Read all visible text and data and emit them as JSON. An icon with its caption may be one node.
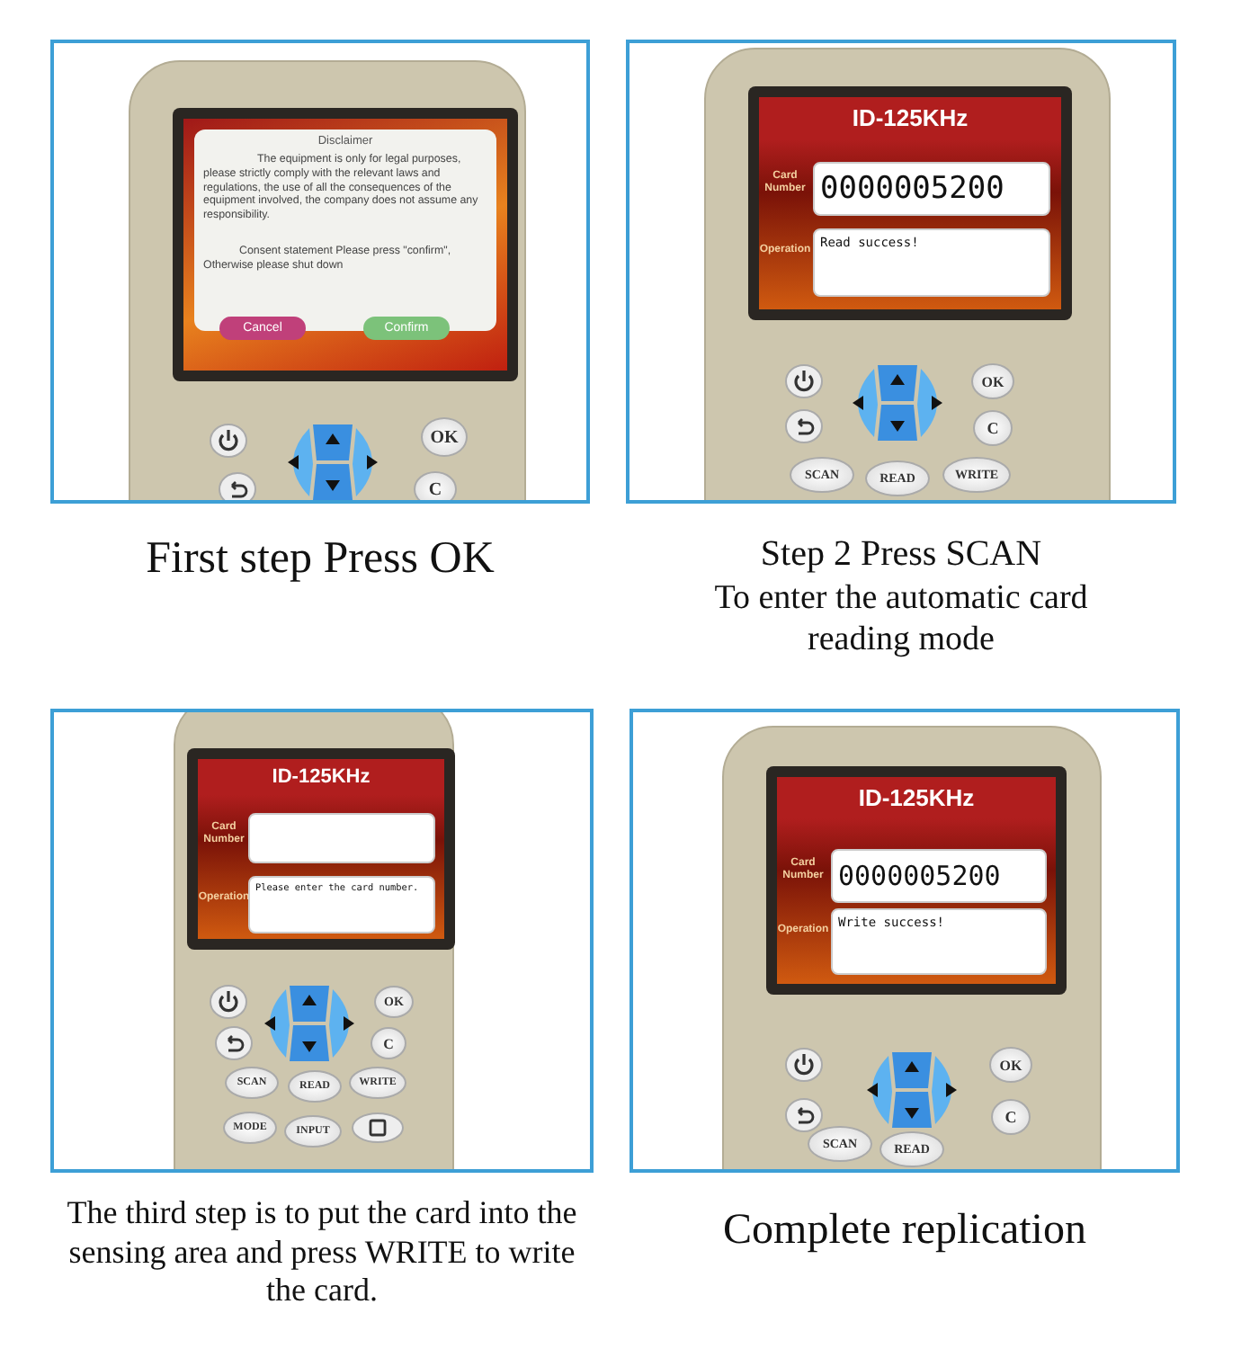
{
  "diagram": {
    "nodes": [
      {
        "text": [],
        "shape": "picture",
        "beside": [
          "First step Press OK"
        ]
      },
      {
        "text": [
          "Disclaimer",
          "The equipment is only for legal purposes, please strictly comply with the relevant laws and regulations, the use of all the consequences of the equipment involved, the company does not assume any responsibility.",
          "Consent statement Please press \"confirm\", Otherwise please shut down"
        ],
        "in": 0
      },
      {
        "text": [
          "Cancel"
        ],
        "in": 1
      },
      {
        "text": [
          "Confirm"
        ],
        "in": 1
      },
      {
        "text": [
          "OK"
        ],
        "in": 0
      },
      {
        "text": [
          "C"
        ],
        "in": 0
      },
      {
        "text": [],
        "shape": "picture",
        "beside": [
          "Step 2 Press SCAN",
          "To enter the automatic card reading mode"
        ]
      },
      {
        "text": [
          "ID-125KHz",
          "Card Number",
          "Operation"
        ],
        "in": 6
      },
      {
        "text": [
          "0000005200"
        ],
        "in": 7
      },
      {
        "text": [
          "Read success!"
        ],
        "in": 7
      },
      {
        "text": [
          "OK"
        ],
        "in": 6
      },
      {
        "text": [
          "C"
        ],
        "in": 6
      },
      {
        "text": [
          "SCAN"
        ],
        "in": 6
      },
      {
        "text": [
          "READ"
        ],
        "in": 6
      },
      {
        "text": [
          "WRITE"
        ],
        "in": 6
      },
      {
        "text": [],
        "shape": "picture",
        "beside": [
          "The third step is to put the card into the sensing area and press WRITE to write the card."
        ]
      },
      {
        "text": [
          "ID-125KHz",
          "Card Number",
          "Operation"
        ],
        "in": 15
      },
      {
        "text": [],
        "shape": "box",
        "in": 16
      },
      {
        "text": [
          "Please enter the card number."
        ],
        "in": 16
      },
      {
        "text": [
          "OK"
        ],
        "in": 15
      },
      {
        "text": [
          "C"
        ],
        "in": 15
      },
      {
        "text": [
          "SCAN"
        ],
        "in": 15
      },
      {
        "text": [
          "READ"
        ],
        "in": 15
      },
      {
        "text": [
          "WRITE"
        ],
        "in": 15
      },
      {
        "text": [
          "MODE"
        ],
        "in": 15
      },
      {
        "text": [
          "INPUT"
        ],
        "in": 15
      },
      {
        "text": [],
        "shape": "picture",
        "beside": [
          "Complete replication"
        ]
      },
      {
        "text": [
          "ID-125KHz",
          "Card Number",
          "Operation"
        ],
        "in": 26
      },
      {
        "text": [
          "0000005200"
        ],
        "in": 27
      },
      {
        "text": [
          "Write success!"
        ],
        "in": 27
      },
      {
        "text": [
          "OK"
        ],
        "in": 26
      },
      {
        "text": [
          "C"
        ],
        "in": 26
      },
      {
        "text": [
          "SCAN"
        ],
        "in": 26
      },
      {
        "text": [
          "READ"
        ],
        "in": 26
      }
    ]
  }
}
